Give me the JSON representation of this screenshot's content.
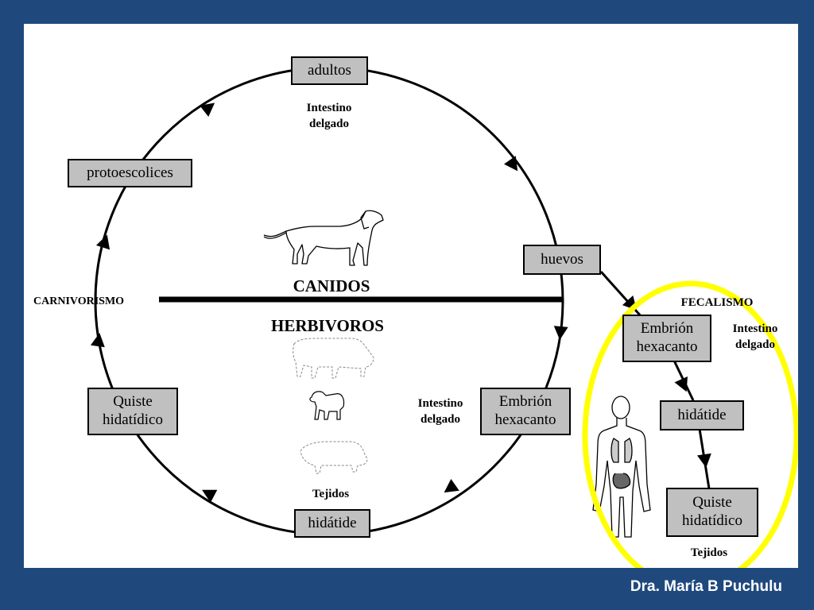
{
  "nodes": {
    "adultos": "adultos",
    "protoescolices": "protoescolices",
    "huevos": "huevos",
    "embrion_circle": "Embrión\nhexacanto",
    "quiste_circle": "Quiste\nhidatídico",
    "hidatide_circle": "hidátide",
    "embrion_human": "Embrión\nhexacanto",
    "hidatide_human": "hidátide",
    "quiste_human": "Quiste\nhidatídico"
  },
  "labels": {
    "intestino_top": "Intestino\ndelgado",
    "intestino_right": "Intestino\ndelgado",
    "intestino_human": "Intestino\ndelgado",
    "tejidos_bottom": "Tejidos",
    "tejidos_human": "Tejidos",
    "carnivorismo": "CARNIVORISMO",
    "fecalismo": "FECALISMO",
    "canidos": "CANIDOS",
    "herbivoros": "HERBIVOROS"
  },
  "icons": [
    "dog-icon",
    "cow-icon",
    "sheep-icon",
    "pig-icon",
    "human-body-icon"
  ],
  "colors": {
    "frame": "#1f497d",
    "panel": "#ffffff",
    "node_fill": "#c0c0c0",
    "highlight": "#ffff00"
  },
  "footer": "Dra. María B Puchulu"
}
